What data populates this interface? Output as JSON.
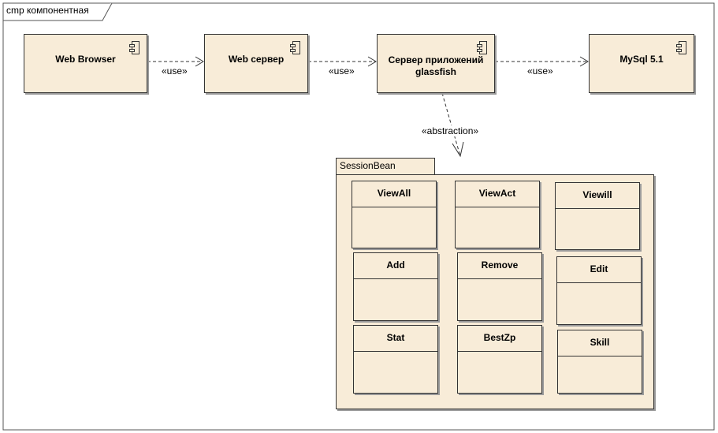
{
  "frame": {
    "title": "cmp компонентная"
  },
  "components": [
    {
      "id": "web-browser",
      "lines": [
        "Web Browser"
      ]
    },
    {
      "id": "web-server",
      "lines": [
        "Web сервер"
      ]
    },
    {
      "id": "app-server",
      "lines": [
        "Сервер приложений",
        "glassfish"
      ]
    },
    {
      "id": "mysql",
      "lines": [
        "MySql 5.1"
      ]
    }
  ],
  "connectors": {
    "use_1": "«use»",
    "use_2": "«use»",
    "use_3": "«use»",
    "abstraction": "«abstraction»"
  },
  "package": {
    "name": "SessionBean",
    "classes": [
      "ViewAll",
      "ViewAct",
      "Viewill",
      "Add",
      "Remove",
      "Edit",
      "Stat",
      "BestZp",
      "Skill"
    ]
  },
  "colors": {
    "fill": "#f8ecd8",
    "line": "#333333",
    "shadow": "#9a9a9a"
  }
}
